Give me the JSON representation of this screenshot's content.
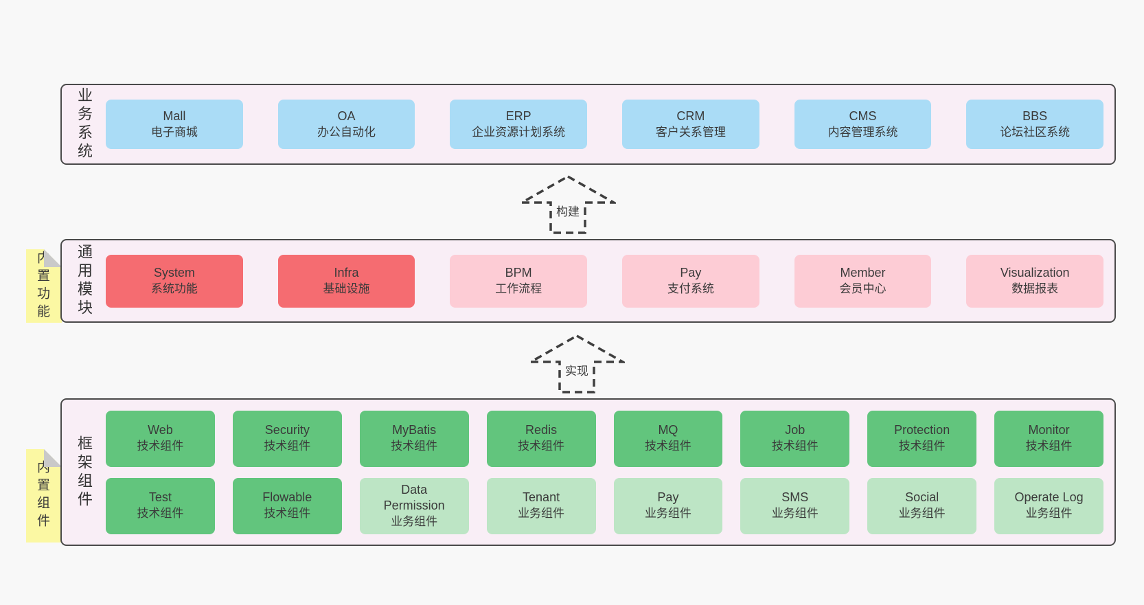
{
  "colors": {
    "page_bg": "#f8f8f8",
    "layer_bg": "#f9eef6",
    "layer_border": "#4a4a4a",
    "system_blue": "#aadcf6",
    "module_red": "#f56c71",
    "module_pink": "#fdccd5",
    "tech_green": "#62c57d",
    "biz_light_green": "#bde5c5",
    "note_yellow": "#fbf8a3",
    "note_fold_gray": "#c9c9c9",
    "text": "#3a3a3a"
  },
  "arrows": [
    {
      "label": "构建"
    },
    {
      "label": "实现"
    }
  ],
  "layers": [
    {
      "label": "业务系统",
      "boxes": [
        {
          "title": "Mall",
          "subtitle": "电子商城"
        },
        {
          "title": "OA",
          "subtitle": "办公自动化"
        },
        {
          "title": "ERP",
          "subtitle": "企业资源计划系统"
        },
        {
          "title": "CRM",
          "subtitle": "客户关系管理"
        },
        {
          "title": "CMS",
          "subtitle": "内容管理系统"
        },
        {
          "title": "BBS",
          "subtitle": "论坛社区系统"
        }
      ]
    },
    {
      "label": "通用模块",
      "note": "内置功能",
      "boxes": [
        {
          "title": "System",
          "subtitle": "系统功能"
        },
        {
          "title": "Infra",
          "subtitle": "基础设施"
        },
        {
          "title": "BPM",
          "subtitle": "工作流程"
        },
        {
          "title": "Pay",
          "subtitle": "支付系统"
        },
        {
          "title": "Member",
          "subtitle": "会员中心"
        },
        {
          "title": "Visualization",
          "subtitle": "数据报表"
        }
      ]
    },
    {
      "label": "框架组件",
      "note": "内置组件",
      "rows": [
        [
          {
            "title": "Web",
            "subtitle": "技术组件"
          },
          {
            "title": "Security",
            "subtitle": "技术组件"
          },
          {
            "title": "MyBatis",
            "subtitle": "技术组件"
          },
          {
            "title": "Redis",
            "subtitle": "技术组件"
          },
          {
            "title": "MQ",
            "subtitle": "技术组件"
          },
          {
            "title": "Job",
            "subtitle": "技术组件"
          },
          {
            "title": "Protection",
            "subtitle": "技术组件"
          },
          {
            "title": "Monitor",
            "subtitle": "技术组件"
          }
        ],
        [
          {
            "title": "Test",
            "subtitle": "技术组件"
          },
          {
            "title": "Flowable",
            "subtitle": "技术组件"
          },
          {
            "title": "Data Permission",
            "subtitle": "业务组件"
          },
          {
            "title": "Tenant",
            "subtitle": "业务组件"
          },
          {
            "title": "Pay",
            "subtitle": "业务组件"
          },
          {
            "title": "SMS",
            "subtitle": "业务组件"
          },
          {
            "title": "Social",
            "subtitle": "业务组件"
          },
          {
            "title": "Operate Log",
            "subtitle": "业务组件"
          }
        ]
      ]
    }
  ]
}
